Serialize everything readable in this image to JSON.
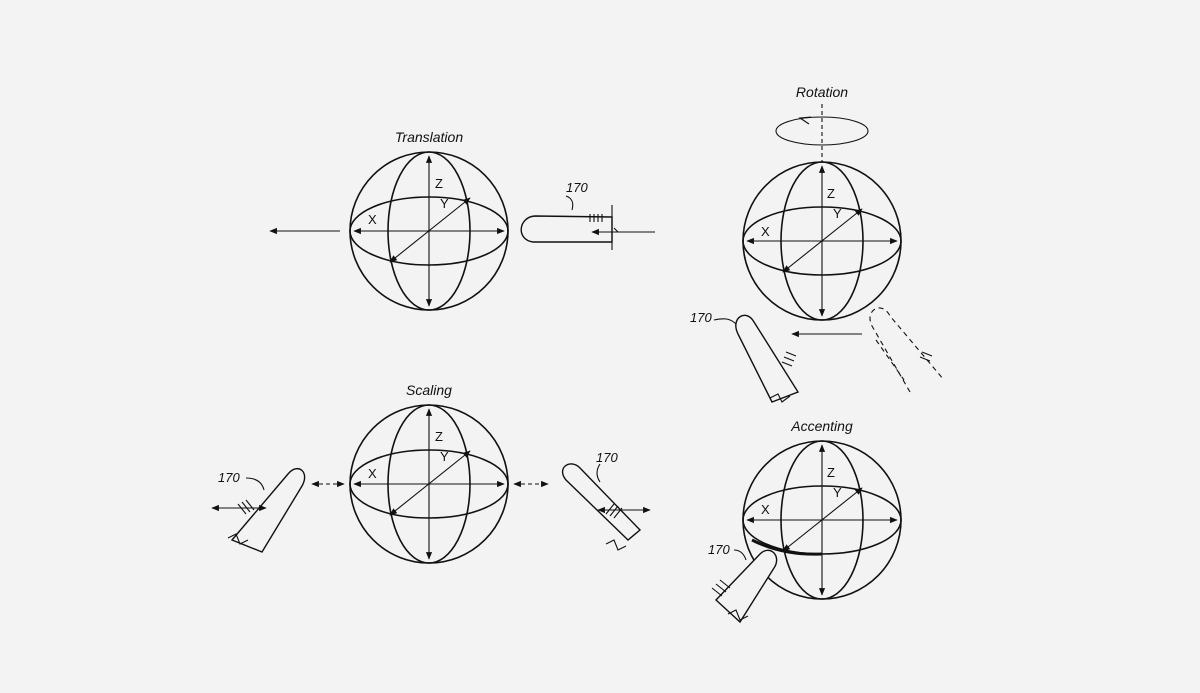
{
  "panels": {
    "translation": {
      "title": "Translation",
      "axes": {
        "x": "X",
        "y": "Y",
        "z": "Z"
      },
      "ref": "170"
    },
    "rotation": {
      "title": "Rotation",
      "axes": {
        "x": "X",
        "y": "Y",
        "z": "Z"
      },
      "ref": "170"
    },
    "scaling": {
      "title": "Scaling",
      "axes": {
        "x": "X",
        "y": "Y",
        "z": "Z"
      },
      "ref_left": "170",
      "ref_right": "170"
    },
    "accenting": {
      "title": "Accenting",
      "axes": {
        "x": "X",
        "y": "Y",
        "z": "Z"
      },
      "ref": "170"
    }
  },
  "colors": {
    "ink": "#111111",
    "background": "#f3f3f3"
  }
}
